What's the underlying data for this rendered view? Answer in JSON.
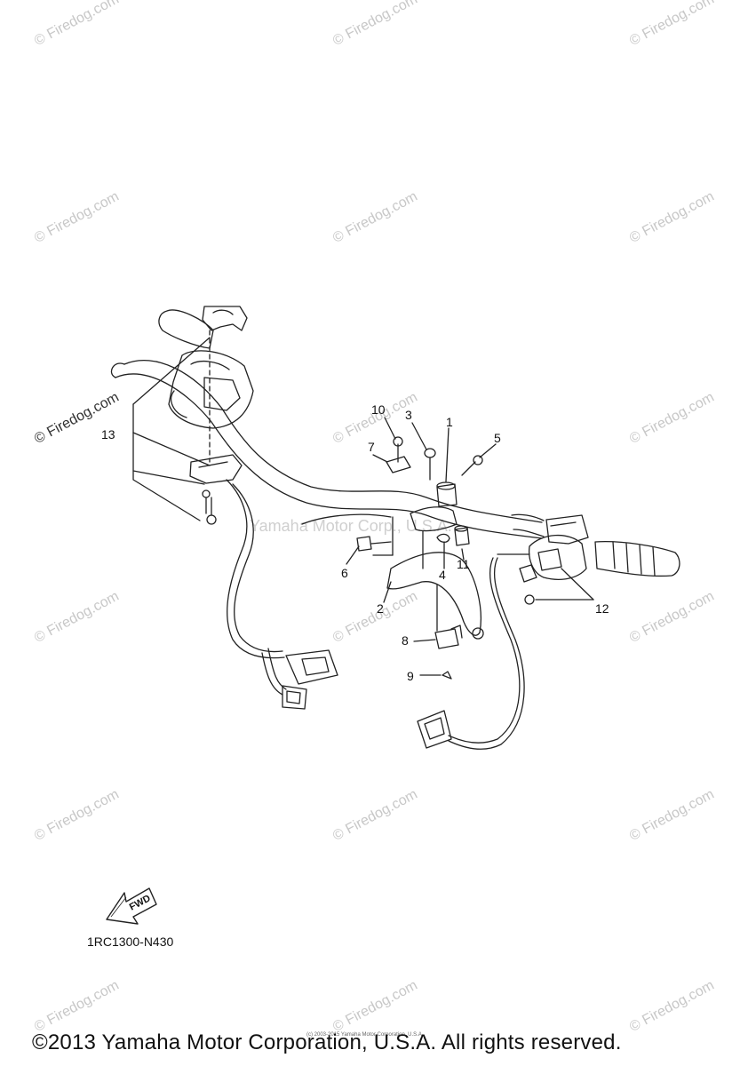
{
  "watermark": "© Firedog.com",
  "center_watermark": "Yamaha Motor Corp., U.S.A.",
  "callouts": {
    "c1": "1",
    "c2": "2",
    "c3": "3",
    "c4": "4",
    "c5": "5",
    "c6": "6",
    "c7": "7",
    "c8": "8",
    "c9": "9",
    "c10": "10",
    "c11": "11",
    "c12": "12",
    "c13": "13"
  },
  "fwd_label": "FWD",
  "diagram_code": "1RC1300-N430",
  "tiny_note": "(c) 2003-2015 Yamaha Motor Corporation, U.S.A.",
  "copyright": "©2013 Yamaha Motor Corporation, U.S.A. All rights reserved."
}
